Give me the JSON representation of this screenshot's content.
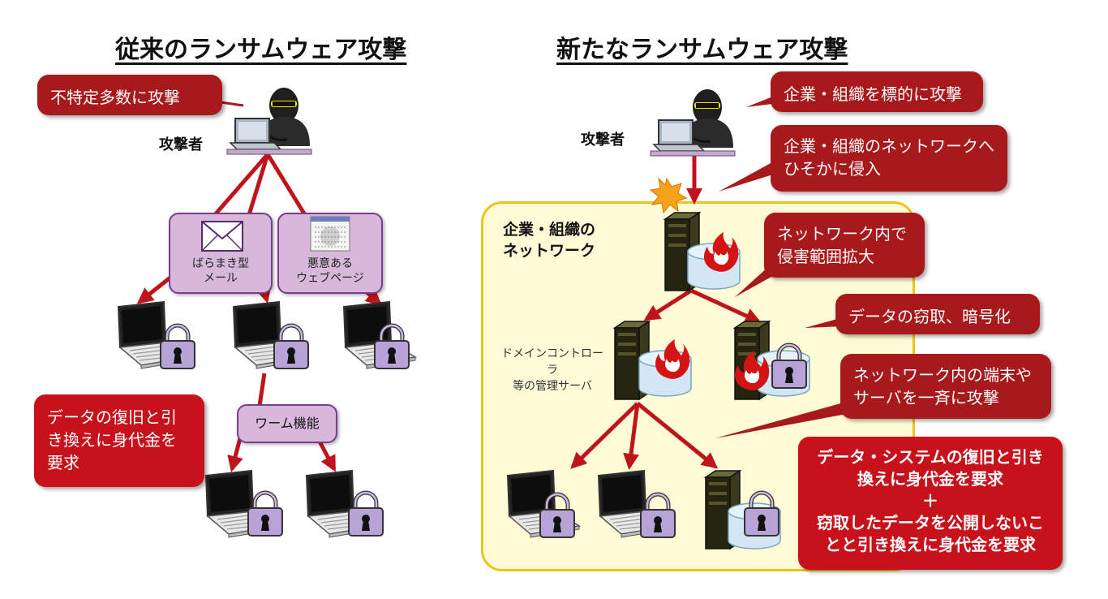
{
  "left": {
    "title": "従来のランサムウェア攻撃",
    "callout_top": "不特定多数に攻撃",
    "attacker_label": "攻撃者",
    "mail_box": {
      "line1": "ばらまき型",
      "line2": "メール"
    },
    "web_box": {
      "line1": "悪意ある",
      "line2": "ウェブページ"
    },
    "worm_box": "ワーム機能",
    "ransom_callout": {
      "line1": "データの復旧と引",
      "line2": "き換えに身代金を",
      "line3": "要求"
    }
  },
  "right": {
    "title": "新たなランサムウェア攻撃",
    "attacker_label": "攻撃者",
    "network_label": {
      "line1": "企業・組織の",
      "line2": "ネットワーク"
    },
    "dc_label": {
      "line1": "ドメインコントローラ",
      "line2": "等の管理サーバ"
    },
    "callouts": {
      "target": "企業・組織を標的に攻撃",
      "intrude": {
        "line1": "企業・組織のネットワークへ",
        "line2": "ひそかに侵入"
      },
      "expand": {
        "line1": "ネットワーク内で",
        "line2": "侵害範囲拡大"
      },
      "steal": "データの窃取、暗号化",
      "attack_all": {
        "line1": "ネットワーク内の端末や",
        "line2": "サーバを一斉に攻撃"
      },
      "ransom": {
        "line1": "データ・システムの復旧と引き",
        "line2": "換えに身代金を要求",
        "plus": "＋",
        "line3": "窃取したデータを公開しないこ",
        "line4": "とと引き換えに身代金を要求"
      }
    }
  },
  "icons": {
    "attacker": "hacker-with-laptop-icon",
    "laptop": "laptop-icon",
    "lock": "padlock-icon",
    "server": "server-icon",
    "database": "database-icon",
    "fire": "fire-icon",
    "explosion": "intrusion-burst-icon",
    "mail": "envelope-icon",
    "webpage": "webpage-icon"
  },
  "colors": {
    "callout": "#a8191b",
    "callout_bright": "#c8121b",
    "arrow": "#c0141c",
    "purple_fill": "#d7b8da",
    "purple_border": "#7a3d8e",
    "network_fill": "#fffbd6",
    "network_border": "#f0c21a",
    "lock_fill": "#b7a3d6"
  }
}
